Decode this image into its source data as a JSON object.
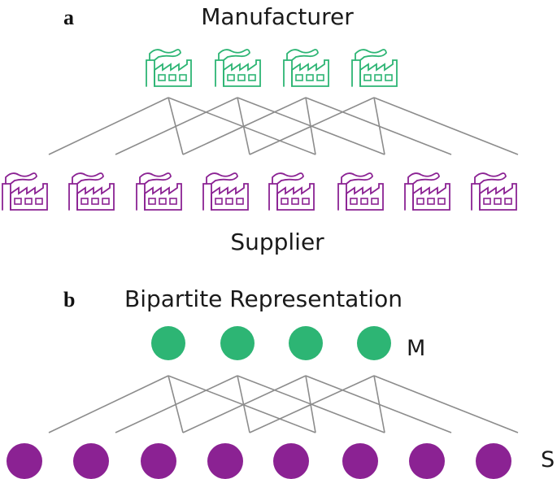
{
  "panel_a": {
    "label": "a",
    "top_title": "Manufacturer",
    "bottom_title": "Supplier",
    "manufacturer_icon": "factory-icon",
    "supplier_icon": "factory-icon",
    "manufacturer_count": 4,
    "supplier_count": 8
  },
  "panel_b": {
    "label": "b",
    "title": "Bipartite Representation",
    "manufacturer_label": "M",
    "supplier_label": "S",
    "manufacturer_count": 4,
    "supplier_count": 8
  },
  "edges": [
    [
      0,
      0
    ],
    [
      0,
      2
    ],
    [
      0,
      4
    ],
    [
      1,
      1
    ],
    [
      1,
      3
    ],
    [
      1,
      5
    ],
    [
      2,
      2
    ],
    [
      2,
      4
    ],
    [
      2,
      6
    ],
    [
      3,
      3
    ],
    [
      3,
      5
    ],
    [
      3,
      7
    ]
  ],
  "colors": {
    "manufacturer": "#2db574",
    "supplier": "#8b2293",
    "edge": "#8c8c8c",
    "text": "#1a1a1a"
  }
}
